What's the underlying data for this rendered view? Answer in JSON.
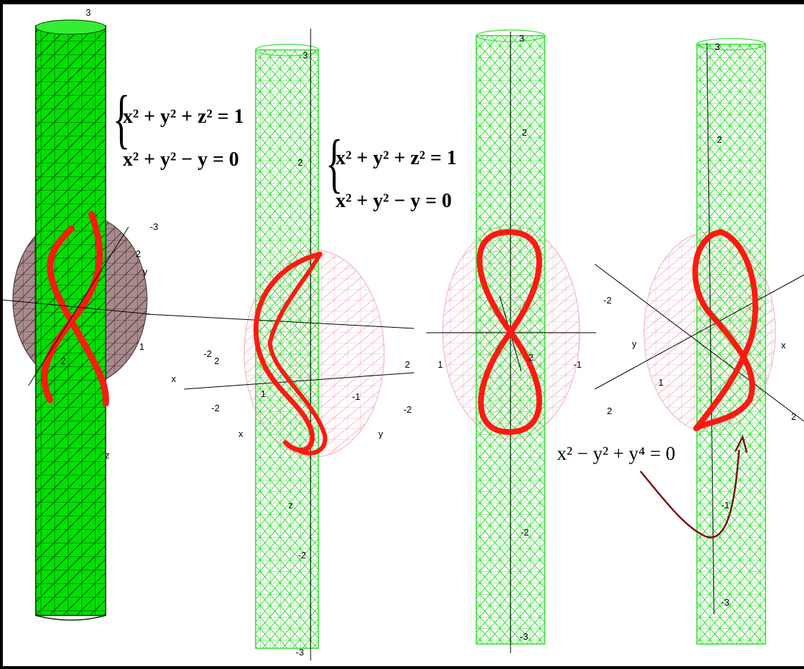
{
  "panel1": {
    "system_line1": "x² + y² + z² = 1",
    "system_line2": "x² + y² − y = 0",
    "ticks": [
      "3",
      "-3",
      "2",
      "1",
      "2",
      "y",
      "z"
    ]
  },
  "panel2": {
    "system_line1": "x² + y² + z² = 1",
    "system_line2": "x² + y² − y = 0",
    "ticks": [
      "3",
      "2",
      "-2",
      "2",
      "2",
      "-2",
      "-1",
      "-2",
      "1",
      "x",
      "y",
      "z",
      "-2",
      "2",
      "-3"
    ]
  },
  "panel3": {
    "ticks": [
      "3",
      "2",
      "1",
      "2",
      "-1",
      "-2",
      "-3"
    ]
  },
  "panel4": {
    "curve_equation": "x² − y² + y⁴ = 0",
    "ticks": [
      "3",
      "2",
      "-2",
      "2",
      "y",
      "x",
      "2",
      "1",
      "-1",
      "-3"
    ]
  },
  "colors": {
    "cylinder_solid": "#00e000",
    "cylinder_wire": "#33dd33",
    "sphere_solid": "#a88a8c",
    "sphere_wire": "#f4b8c2",
    "curve": "#ff1a10",
    "arrow": "#7a1010"
  }
}
